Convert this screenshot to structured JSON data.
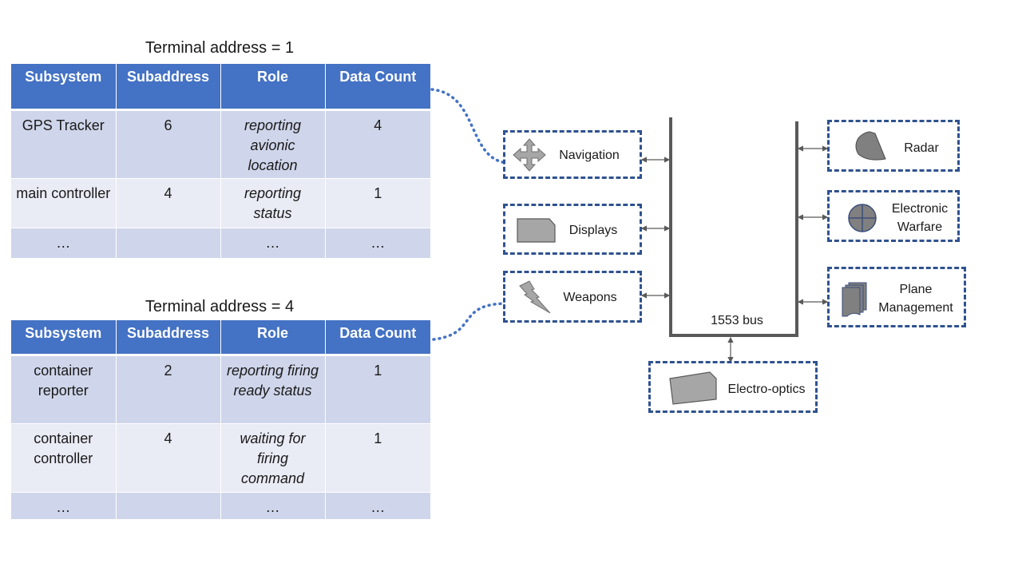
{
  "tables": [
    {
      "caption": "Terminal address = 1",
      "headers": [
        "Subsystem",
        "Subaddress",
        "Role",
        "Data Count"
      ],
      "rows": [
        [
          "GPS Tracker",
          "6",
          "reporting avionic location",
          "4"
        ],
        [
          "main controller",
          "4",
          "reporting status",
          "1"
        ],
        [
          "…",
          "",
          "…",
          "…"
        ]
      ]
    },
    {
      "caption": "Terminal address = 4",
      "headers": [
        "Subsystem",
        "Subaddress",
        "Role",
        "Data Count"
      ],
      "rows": [
        [
          "container reporter",
          "2",
          "reporting firing ready status",
          "1"
        ],
        [
          "container controller",
          "4",
          "waiting for firing command",
          "1"
        ],
        [
          "…",
          "",
          "…",
          "…"
        ]
      ]
    }
  ],
  "diagram": {
    "bus_label": "1553 bus",
    "nodes": {
      "navigation": "Navigation",
      "displays": "Displays",
      "weapons": "Weapons",
      "radar": "Radar",
      "electronic_warfare": "Electronic Warfare",
      "plane_management": "Plane Management",
      "electro_optics": "Electro-optics"
    }
  },
  "colors": {
    "table_header": "#4472c4",
    "row_odd": "#cfd5ea",
    "row_even": "#e9ebf5",
    "box_border": "#2f528f",
    "dotted_link": "#4472c4",
    "icon_fill": "#a6a6a6",
    "bus_line": "#595959"
  },
  "icons": {
    "navigation": "four-way-arrows-icon",
    "displays": "display-panel-icon",
    "weapons": "lightning-icon",
    "radar": "radar-dish-icon",
    "electronic_warfare": "crosshair-circle-icon",
    "plane_management": "stacked-documents-icon",
    "electro_optics": "optical-sensor-icon"
  }
}
